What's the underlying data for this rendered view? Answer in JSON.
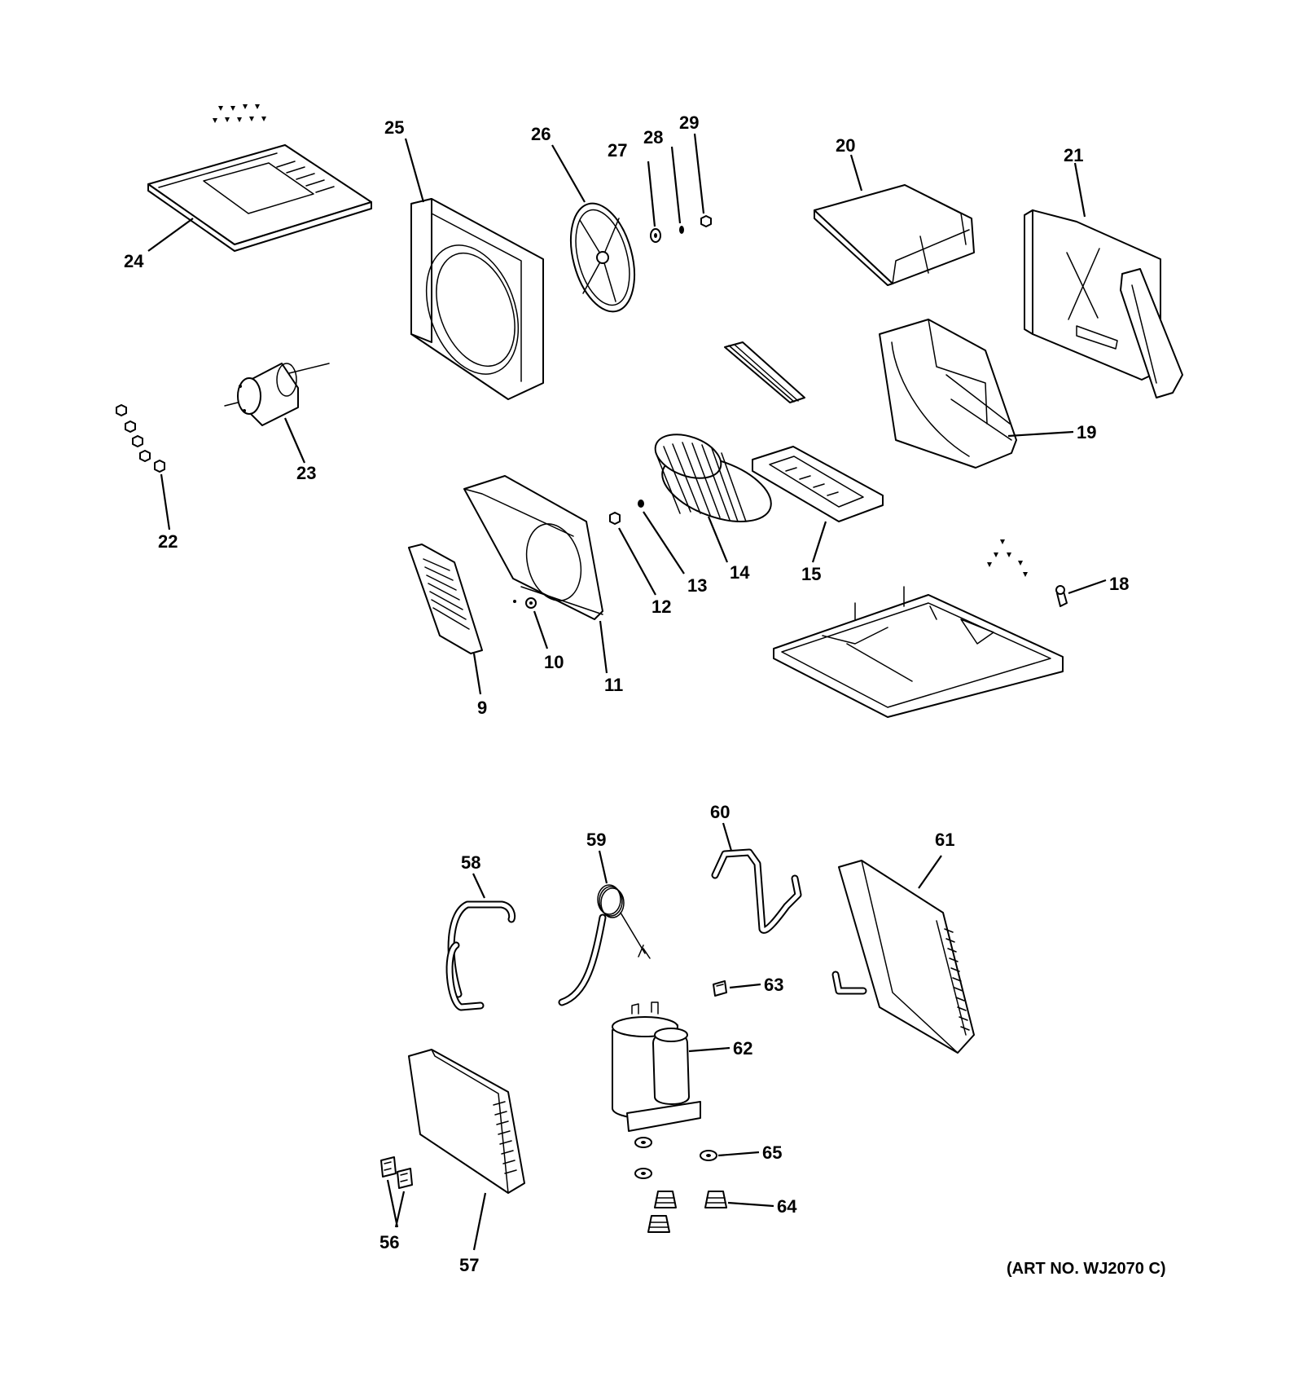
{
  "diagram": {
    "art_number": "(ART NO. WJ2070 C)",
    "parts": [
      {
        "key": "p24",
        "label": "24"
      },
      {
        "key": "p25",
        "label": "25"
      },
      {
        "key": "p26",
        "label": "26"
      },
      {
        "key": "p27",
        "label": "27"
      },
      {
        "key": "p28",
        "label": "28"
      },
      {
        "key": "p29",
        "label": "29"
      },
      {
        "key": "p20",
        "label": "20"
      },
      {
        "key": "p21",
        "label": "21"
      },
      {
        "key": "p19",
        "label": "19"
      },
      {
        "key": "p23",
        "label": "23"
      },
      {
        "key": "p22",
        "label": "22"
      },
      {
        "key": "p9",
        "label": "9"
      },
      {
        "key": "p10",
        "label": "10"
      },
      {
        "key": "p11",
        "label": "11"
      },
      {
        "key": "p12",
        "label": "12"
      },
      {
        "key": "p13",
        "label": "13"
      },
      {
        "key": "p14",
        "label": "14"
      },
      {
        "key": "p15",
        "label": "15"
      },
      {
        "key": "p18",
        "label": "18"
      },
      {
        "key": "p58",
        "label": "58"
      },
      {
        "key": "p59",
        "label": "59"
      },
      {
        "key": "p60",
        "label": "60"
      },
      {
        "key": "p61",
        "label": "61"
      },
      {
        "key": "p63",
        "label": "63"
      },
      {
        "key": "p62",
        "label": "62"
      },
      {
        "key": "p65",
        "label": "65"
      },
      {
        "key": "p64",
        "label": "64"
      },
      {
        "key": "p56",
        "label": "56"
      },
      {
        "key": "p57",
        "label": "57"
      }
    ]
  }
}
